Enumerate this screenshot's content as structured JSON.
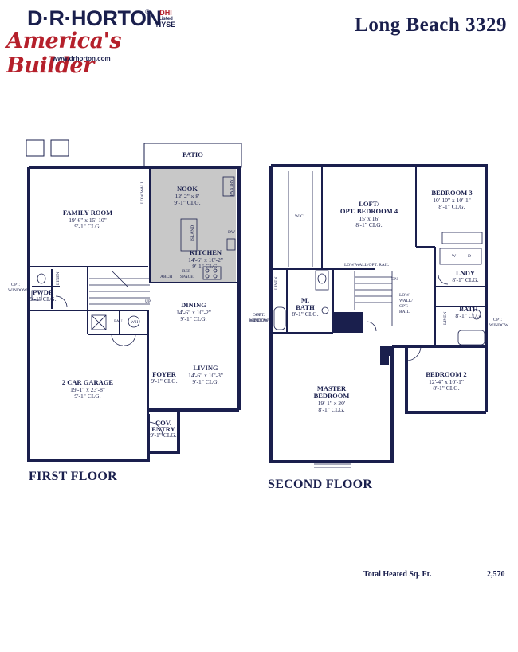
{
  "logo": {
    "brand": "D·R·HORTON",
    "registered": "®",
    "exchange_line1": "DHI",
    "exchange_line2": "Listed",
    "exchange_line3": "NYSE",
    "tagline": "America's Builder",
    "website": "www.drhorton.com"
  },
  "plan_title": "Long Beach 3329",
  "first_floor": {
    "label": "FIRST FLOOR",
    "rooms": {
      "patio": "PATIO",
      "nook": {
        "name": "NOOK",
        "dims": "12'-2\" x 8'",
        "clg": "9'-1\" CLG."
      },
      "family": {
        "name": "FAMILY ROOM",
        "dims": "19'-6\" x 15'-10\"",
        "clg": "9'-1\" CLG."
      },
      "kitchen": {
        "name": "KITCHEN",
        "dims": "14'-6\" x 10'-2\"",
        "clg": "9'-1\" CLG."
      },
      "dining": {
        "name": "DINING",
        "dims": "14'-6\" x 10'-2\"",
        "clg": "9'-1\" CLG."
      },
      "living": {
        "name": "LIVING",
        "dims": "14'-6\" x 10'-3\"",
        "clg": "9'-1\" CLG."
      },
      "garage": {
        "name": "2 CAR GARAGE",
        "dims": "19'-1\" x 23'-8\"",
        "clg": "9'-1\" CLG."
      },
      "pwdr": {
        "name": "PWDR",
        "clg": "9'-1\" CLG."
      },
      "foyer": {
        "name": "FOYER",
        "clg": "9'-1\" CLG."
      },
      "entry": {
        "name1": "COV.",
        "name2": "ENTRY",
        "clg": "9'-1\" CLG."
      }
    },
    "notes": {
      "low_wall": "LOW WALL",
      "pantry": "PANTRY",
      "island": "ISLAND",
      "dw": "DW",
      "arch": "ARCH",
      "ref1": "REF",
      "ref2": "SPACE",
      "linen": "LINEN",
      "opt1": "OPT.",
      "opt2": "WINDOW",
      "up": "UP",
      "fau": "FAU",
      "wh": "WH"
    }
  },
  "second_floor": {
    "label": "SECOND FLOOR",
    "rooms": {
      "wic": "WIC",
      "loft": {
        "name1": "LOFT/",
        "name2": "OPT. BEDROOM 4",
        "dims": "15' x 16'",
        "clg": "8'-1\" CLG."
      },
      "bed3": {
        "name": "BEDROOM 3",
        "dims": "10'-10\" x 10'-1\"",
        "clg": "8'-1\" CLG."
      },
      "mbath": {
        "name1": "M.",
        "name2": "BATH",
        "clg": "8'-1\" CLG."
      },
      "lndy": {
        "name": "LNDY",
        "clg": "8'-1\" CLG."
      },
      "bath": {
        "name": "BATH",
        "clg": "8'-1\" CLG."
      },
      "master": {
        "name1": "MASTER",
        "name2": "BEDROOM",
        "dims": "19'-1\" x 20'",
        "clg": "8'-1\" CLG."
      },
      "bed2": {
        "name": "BEDROOM 2",
        "dims": "12'-4\" x 10'-1\"",
        "clg": "8'-1\" CLG."
      }
    },
    "notes": {
      "low_wall_rail": "LOW WALL/OPT. RAIL",
      "dn": "DN",
      "low1": "LOW",
      "low2": "WALL/",
      "low3": "OPT.",
      "low4": "RAIL",
      "linen": "LINEN",
      "opt1": "OPT.",
      "opt2": "WINDOW",
      "w": "W",
      "d": "D"
    }
  },
  "footer": {
    "sqft_label": "Total Heated Sq. Ft.",
    "sqft_value": "2,570"
  },
  "colors": {
    "wall": "#1a1f4d",
    "kitchen_fill": "#c8c8c8",
    "brand_red": "#b5202b"
  }
}
